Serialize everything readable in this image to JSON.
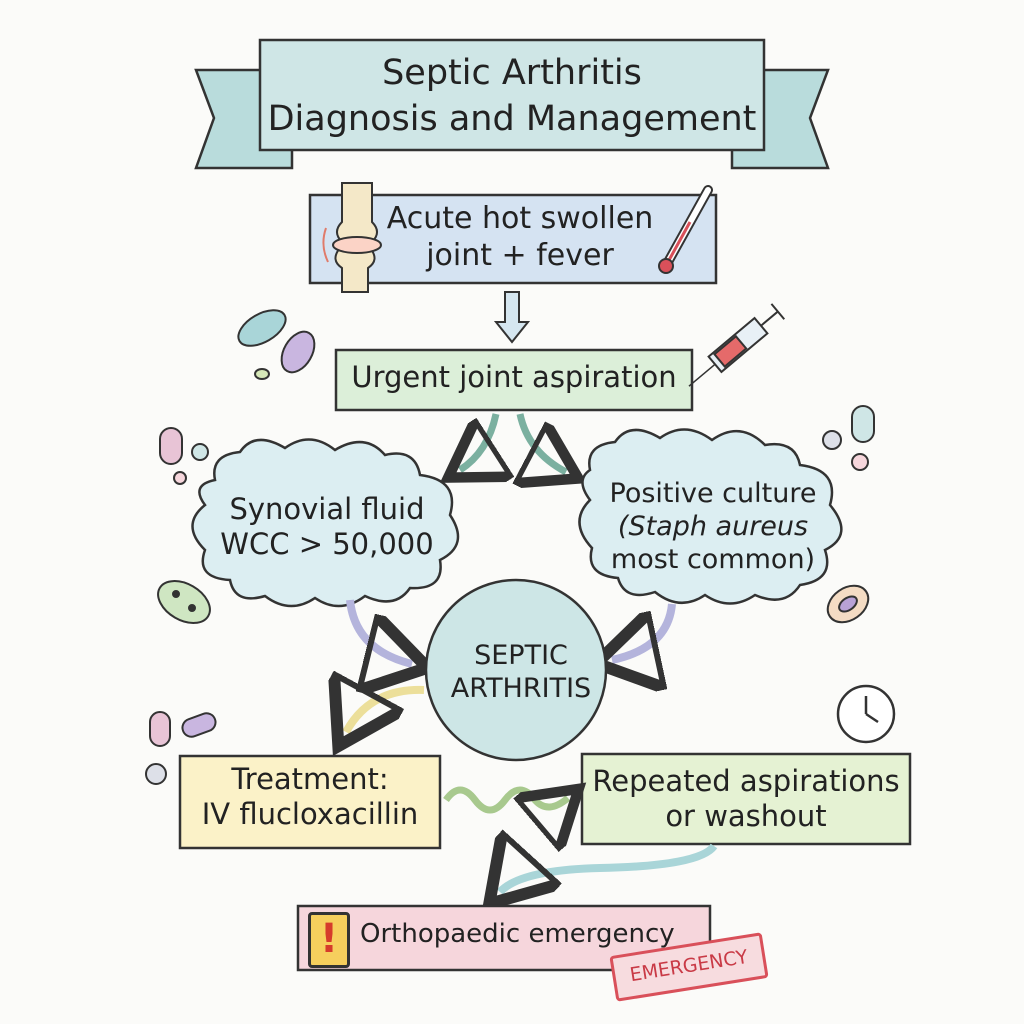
{
  "title": {
    "line1": "Septic Arthritis",
    "line2": "Diagnosis and Management"
  },
  "nodes": {
    "symptom": {
      "line1": "Acute hot swollen",
      "line2": "joint + fever"
    },
    "aspiration": "Urgent joint aspiration",
    "wcc": {
      "line1": "Synovial fluid",
      "line2": "WCC > 50,000"
    },
    "culture": {
      "line1": "Positive culture",
      "line2": "(Staph aureus",
      "line3": "most common)"
    },
    "center": {
      "line1": "SEPTIC",
      "line2": "ARTHRITIS"
    },
    "treatment": {
      "line1": "Treatment:",
      "line2": "IV flucloxacillin"
    },
    "repeat": {
      "line1": "Repeated aspirations",
      "line2": "or washout"
    },
    "emergency": "Orthopaedic emergency",
    "emergency_stamp": "EMERGENCY",
    "warning_mark": "!"
  },
  "icons": [
    "knee-joint-icon",
    "thermometer-icon",
    "syringe-icon",
    "bacteria-icon",
    "pill-icon",
    "clock-icon",
    "warning-icon"
  ],
  "colors": {
    "banner": "#cfe6e6",
    "symptom_box": "#d5e3f2",
    "aspiration_box": "#dcefd9",
    "cloud": "#dceef2",
    "center_circle": "#cde6e6",
    "treatment_box": "#fbf2c8",
    "repeat_box": "#e5f2d3",
    "emergency_box": "#f6d6dc",
    "stamp": "#d9505a"
  }
}
